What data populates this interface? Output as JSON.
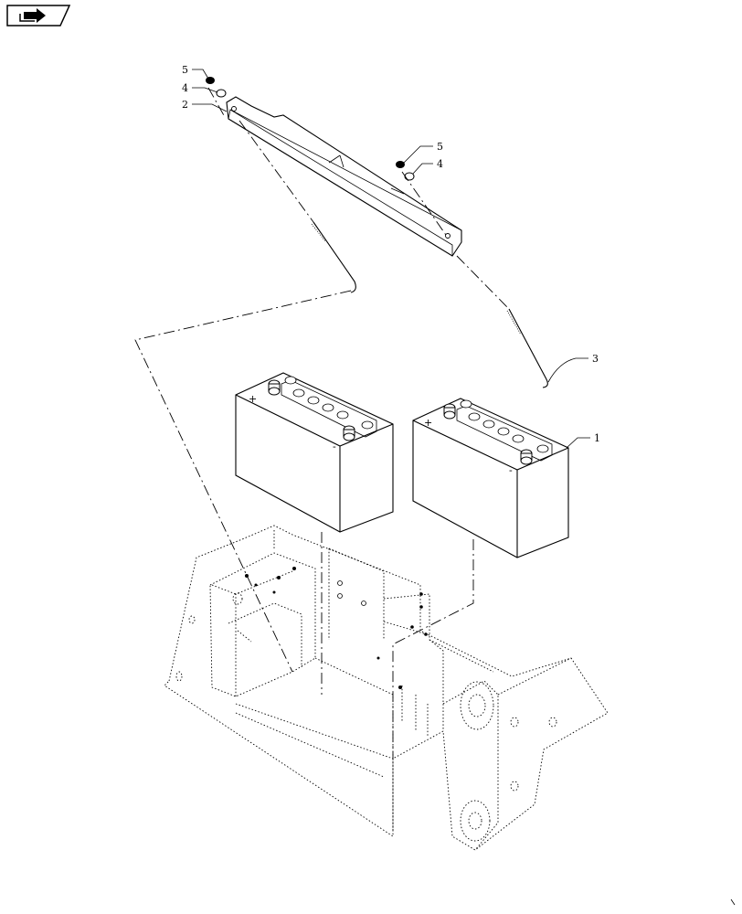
{
  "callouts": {
    "c1": "1",
    "c2": "2",
    "c3": "3",
    "c4a": "4",
    "c4b": "4",
    "c5a": "5",
    "c5b": "5"
  },
  "battery": {
    "plus_left": "+",
    "minus_left": "-",
    "plus_right": "+",
    "minus_right": "-"
  },
  "icons": {
    "nav": "next-page-arrow-icon"
  }
}
